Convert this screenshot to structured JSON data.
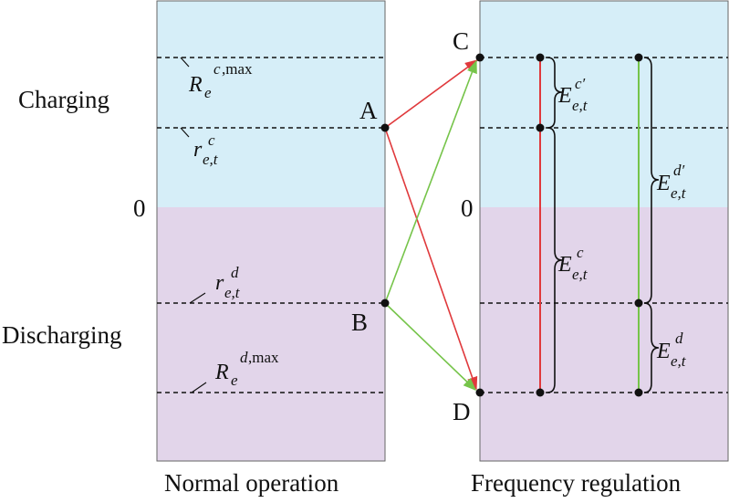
{
  "colors": {
    "charging_fill": "#d6eef8",
    "discharging_fill": "#e2d5ea",
    "red": "#e0393c",
    "green": "#76c44a"
  },
  "regions": {
    "charging": "Charging",
    "discharging": "Discharging",
    "zero_left": "0",
    "zero_right": "0"
  },
  "points": {
    "a": "A",
    "b": "B",
    "c": "C",
    "d": "D"
  },
  "symbols": {
    "rc_max": {
      "main": "R",
      "sub": "e",
      "sup_it": "c",
      "sup_rm": ",max"
    },
    "rc": {
      "main": "r",
      "sub": "e,t",
      "sup": "c"
    },
    "rd": {
      "main": "r",
      "sub": "e,t",
      "sup": "d"
    },
    "rd_max": {
      "main": "R",
      "sub": "e",
      "sup_it": "d",
      "sup_rm": ",max"
    },
    "e_c_prime": {
      "main": "E",
      "sub": "e,t",
      "sup": "c′"
    },
    "e_c": {
      "main": "E",
      "sub": "e,t",
      "sup": "c"
    },
    "e_d_prime": {
      "main": "E",
      "sub": "e,t",
      "sup": "d′"
    },
    "e_d": {
      "main": "E",
      "sub": "e,t",
      "sup": "d"
    }
  },
  "captions": {
    "left": "Normal operation",
    "right": "Frequency regulation"
  }
}
